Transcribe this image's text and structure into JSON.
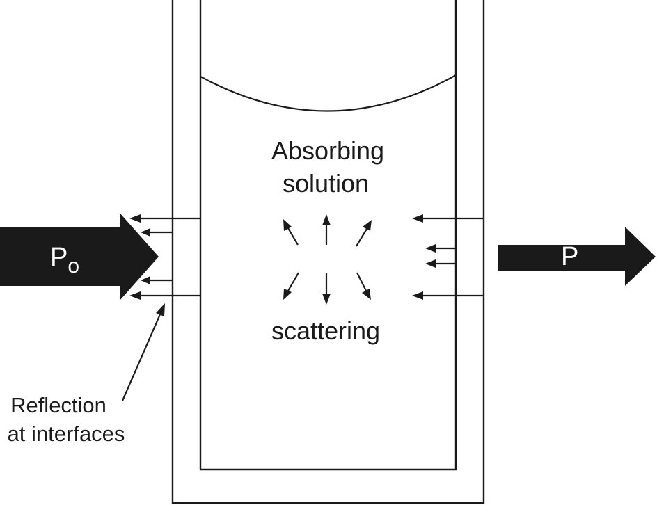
{
  "labels": {
    "absorbing_line1": "Absorbing",
    "absorbing_line2": "solution",
    "scattering": "scattering",
    "reflection_line1": "Reflection",
    "reflection_line2": "at interfaces",
    "incident_beam_main": "P",
    "incident_beam_subscript": "o",
    "transmitted_beam": "P"
  },
  "colors": {
    "ink": "#1a1a1a",
    "background": "#ffffff",
    "beam_text": "#ffffff"
  }
}
